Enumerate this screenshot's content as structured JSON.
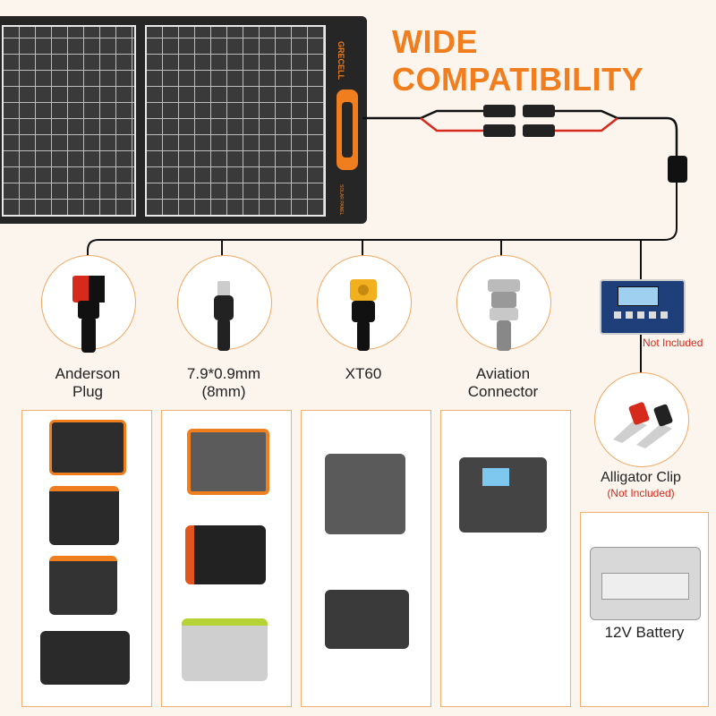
{
  "title": "WIDE COMPATIBILITY",
  "panel": {
    "brand": "GRECELL",
    "text": "SOLAR PANEL"
  },
  "connectors": [
    {
      "label_line1": "Anderson",
      "label_line2": "Plug",
      "icon": "anderson-plug-icon"
    },
    {
      "label_line1": "7.9*0.9mm",
      "label_line2": "(8mm)",
      "icon": "dc-plug-icon"
    },
    {
      "label_line1": "XT60",
      "label_line2": "",
      "icon": "xt60-plug-icon"
    },
    {
      "label_line1": "Aviation",
      "label_line2": "Connector",
      "icon": "aviation-connector-icon"
    }
  ],
  "controller": {
    "note": "Not Included"
  },
  "alligator": {
    "label": "Alligator Clip",
    "note": "(Not Included)"
  },
  "battery": {
    "label": "12V Battery"
  },
  "colors": {
    "accent": "#f07d1e",
    "warning": "#d62a1c",
    "background": "#fbf5ee"
  }
}
